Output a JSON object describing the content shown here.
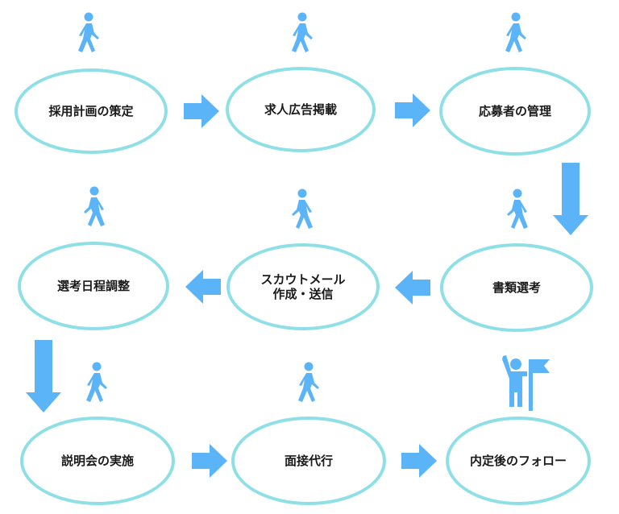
{
  "colors": {
    "ellipse_border": "#8ee0e6",
    "accent": "#5bb4f7",
    "text": "#1a1a1a"
  },
  "steps": [
    {
      "label": "採用計画の策定",
      "icon": "walking-person-icon"
    },
    {
      "label": "求人広告掲載",
      "icon": "walking-person-icon"
    },
    {
      "label": "応募者の管理",
      "icon": "walking-person-icon"
    },
    {
      "label": "書類選考",
      "icon": "walking-person-icon"
    },
    {
      "label": "スカウトメール\n作成・送信",
      "icon": "walking-person-icon"
    },
    {
      "label": "選考日程調整",
      "icon": "walking-person-icon"
    },
    {
      "label": "説明会の実施",
      "icon": "walking-person-icon"
    },
    {
      "label": "面接代行",
      "icon": "walking-person-icon"
    },
    {
      "label": "内定後のフォロー",
      "icon": "person-with-flag-icon"
    }
  ],
  "arrows": [
    "right",
    "right",
    "down",
    "left",
    "left",
    "down",
    "right",
    "right"
  ]
}
